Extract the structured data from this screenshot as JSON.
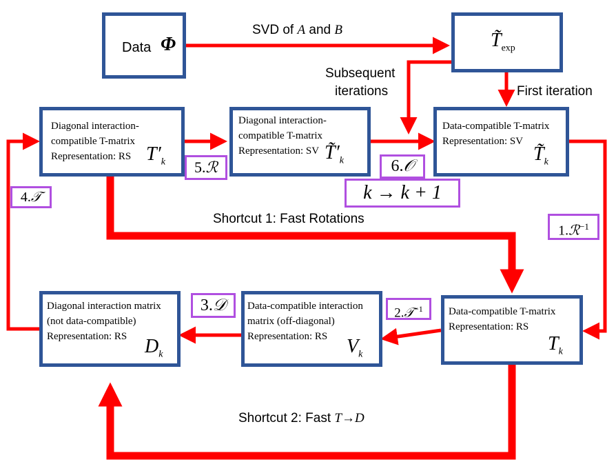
{
  "boxes": {
    "data": {
      "label": "Data",
      "symbol": "Φ"
    },
    "t_exp": {
      "symbol": "T̃",
      "sub": "exp"
    },
    "diag_t_rs": {
      "lines": [
        "Diagonal interaction-",
        "compatible T-matrix",
        "Representation: RS"
      ],
      "symbol": "T′",
      "sub": "k"
    },
    "diag_t_sv": {
      "lines": [
        "Diagonal interaction-",
        "compatible T-matrix",
        "Representation: SV"
      ],
      "symbol": "T̃′",
      "sub": "k"
    },
    "data_t_sv": {
      "lines": [
        "Data-compatible T-matrix",
        "Representation: SV"
      ],
      "symbol": "T̃",
      "sub": "k"
    },
    "diag_int": {
      "lines": [
        "Diagonal interaction matrix",
        "(not data-compatible)",
        "Representation: RS"
      ],
      "symbol": "D",
      "sub": "k"
    },
    "data_int": {
      "lines": [
        "Data-compatible interaction",
        "matrix (off-diagonal)",
        "Representation: RS"
      ],
      "symbol": "V",
      "sub": "k"
    },
    "data_t_rs": {
      "lines": [
        "Data-compatible T-matrix",
        "Representation: RS"
      ],
      "symbol": "T",
      "sub": "k"
    }
  },
  "tags": {
    "step1": {
      "num": "1.",
      "op": "ℛ",
      "sup": "−1"
    },
    "step2": {
      "num": "2.",
      "op": "𝒯",
      "sup": "−1"
    },
    "step3": {
      "num": "3.",
      "op": "𝒟"
    },
    "step4": {
      "num": "4.",
      "op": "𝒯"
    },
    "step5": {
      "num": "5.",
      "op": "ℛ"
    },
    "step6": {
      "num": "6.",
      "op": "𝒪"
    },
    "increment": "k → k + 1"
  },
  "labels": {
    "svd_prefix": "SVD of ",
    "svd_a": "A",
    "svd_and": " and ",
    "svd_b": "B",
    "subsequent_1": "Subsequent",
    "subsequent_2": "iterations",
    "first_iteration": "First iteration",
    "shortcut1": "Shortcut 1: Fast Rotations",
    "shortcut2_prefix": "Shortcut 2: Fast ",
    "shortcut2_math": "T→D"
  },
  "colors": {
    "box_border": "#2f5597",
    "arrow": "#ff0000",
    "tag_border": "#b04fe0"
  }
}
